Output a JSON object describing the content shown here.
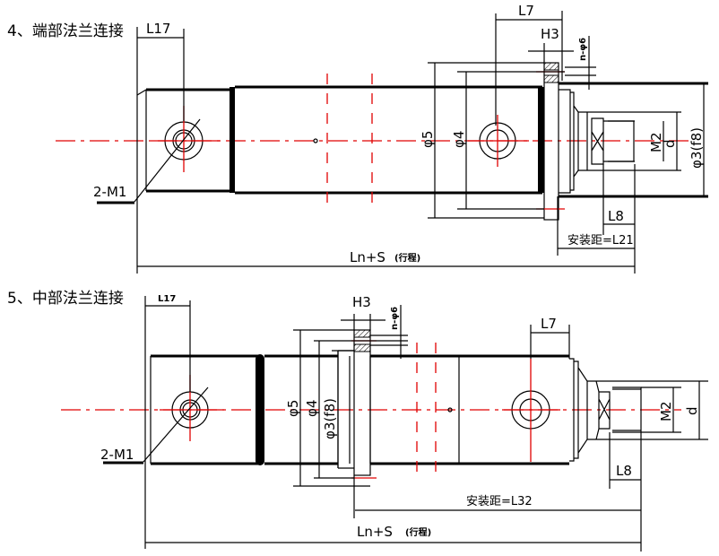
{
  "section4": {
    "title": "4、端部法兰连接",
    "labels": {
      "l17": "L17",
      "l7": "L7",
      "h3": "H3",
      "n_phi6": "n-φ6",
      "m1": "2-M1",
      "phi5": "φ5",
      "phi4": "φ4",
      "m2": "M2",
      "d": "d",
      "phi3": "φ3(f8)",
      "l8": "L8",
      "install": "安装距=L21",
      "total": "Ln+S",
      "stroke": "(行程)"
    }
  },
  "section5": {
    "title": "5、中部法兰连接",
    "labels": {
      "l17": "L17",
      "l7": "L7",
      "h3": "H3",
      "n_phi6": "n-φ6",
      "m1": "2-M1",
      "phi5": "φ5",
      "phi4": "φ4",
      "phi3": "φ3(f8)",
      "m2": "M2",
      "d": "d",
      "l8": "L8",
      "install": "安装距=L32",
      "total": "Ln+S",
      "stroke": "(行程)"
    }
  },
  "colors": {
    "line": "#000000",
    "centerline": "#e00000"
  }
}
